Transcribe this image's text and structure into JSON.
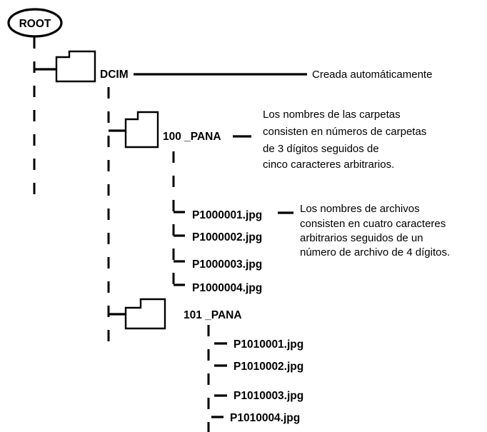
{
  "root": {
    "label": "ROOT"
  },
  "dcim": {
    "label": "DCIM",
    "note": "Creada automáticamente"
  },
  "folder_100": {
    "label": "100 _PANA",
    "note_lines": [
      "Los nombres de las carpetas",
      "consisten en números de carpetas",
      "de 3 dígitos seguidos de",
      "cinco caracteres arbitrarios."
    ],
    "files": [
      "P1000001.jpg",
      "P1000002.jpg",
      "P1000003.jpg",
      "P1000004.jpg"
    ],
    "file_note_lines": [
      "Los nombres de archivos",
      "consisten en cuatro caracteres",
      "arbitrarios seguidos de un",
      "número de archivo de 4 dígitos."
    ]
  },
  "folder_101": {
    "label": "101 _PANA",
    "files": [
      "P1010001.jpg",
      "P1010002.jpg",
      "P1010003.jpg",
      "P1010004.jpg"
    ]
  }
}
